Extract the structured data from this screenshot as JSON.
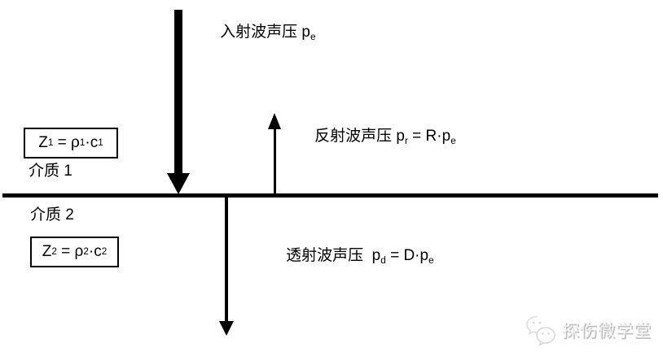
{
  "labels": {
    "incident_wave": {
      "prefix": "入射波声压 p",
      "sub": "e"
    },
    "reflected_wave": {
      "prefix": "反射波声压 p",
      "sub_r": "r",
      "mid": " = R·p",
      "sub_e": "e"
    },
    "transmitted_wave": {
      "prefix": "透射波声压  p",
      "sub_d": "d",
      "mid": " = D·p",
      "sub_e": "e"
    },
    "medium1": "介质 1",
    "medium2": "介质 2"
  },
  "formulas": {
    "z1": {
      "z": "Z",
      "z_sub": "1",
      "eq": " = ρ",
      "rho_sub": "1",
      "dot_c": "·c",
      "c_sub": "1"
    },
    "z2": {
      "z": "Z",
      "z_sub": "2",
      "eq": " = ρ",
      "rho_sub": "2",
      "dot_c": "·c",
      "c_sub": "2"
    }
  },
  "watermark": {
    "text": "探伤微学堂",
    "icon": "wechat-icon"
  },
  "colors": {
    "ink": "#000000",
    "background": "#ffffff",
    "watermark": "#d9d9d9"
  }
}
